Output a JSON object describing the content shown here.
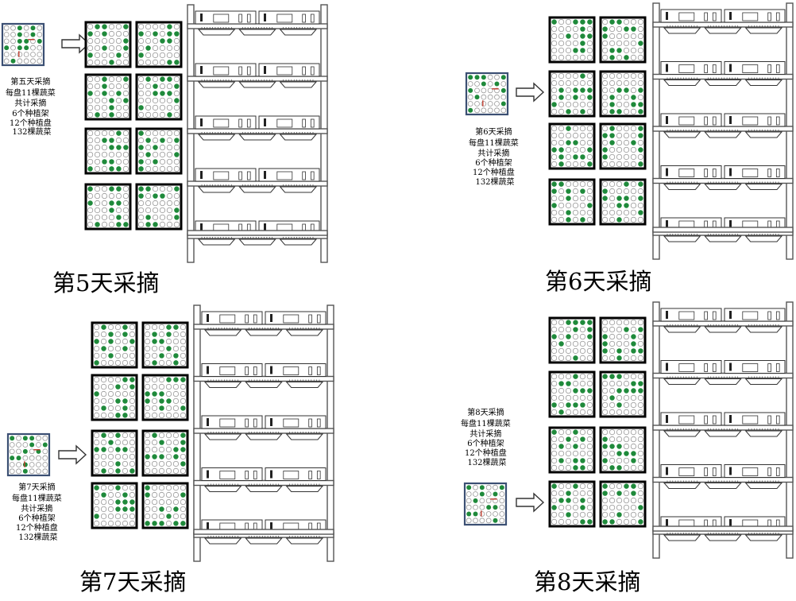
{
  "colors": {
    "plant": "#1f8a3b",
    "harvest_marker": "#c0392b",
    "card_border": "#000000",
    "card_small_border": "#3b4f73"
  },
  "panels": [
    {
      "title": "第5天采摘",
      "note_lines": [
        "第五天采摘",
        "每盘11棵蔬菜",
        "共计采摘",
        "6个种植架",
        "12个种植盘",
        "132棵蔬菜"
      ]
    },
    {
      "title": "第6天采摘",
      "note_lines": [
        "第6天采摘",
        "每盘11棵蔬菜",
        "共计采摘",
        "6个种植架",
        "12个种植盘",
        "132棵蔬菜"
      ]
    },
    {
      "title": "第7天采摘",
      "note_lines": [
        "第7天采摘",
        "每盘11棵蔬菜",
        "共计采摘",
        "6个种植架",
        "12个种植盘",
        "132棵蔬菜"
      ]
    },
    {
      "title": "第8天采摘",
      "note_lines": [
        "第8天采摘",
        "每盘11棵蔬菜",
        "共计采摘",
        "6个种植架",
        "12个种植盘",
        "132棵蔬菜"
      ]
    }
  ]
}
